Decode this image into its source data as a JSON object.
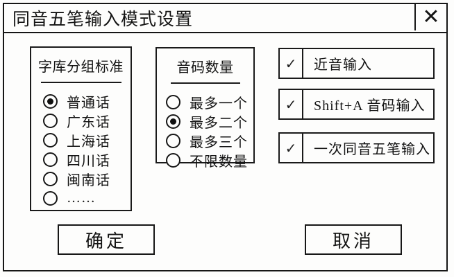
{
  "dialog": {
    "title": "同音五笔输入模式设置"
  },
  "icons": {
    "close": "✕",
    "check": "✓"
  },
  "dialect_group": {
    "heading": "字库分组标准",
    "options": [
      {
        "label": "普通话",
        "selected": true
      },
      {
        "label": "广东话",
        "selected": false
      },
      {
        "label": "上海话",
        "selected": false
      },
      {
        "label": "四川话",
        "selected": false
      },
      {
        "label": "闽南话",
        "selected": false
      },
      {
        "label": "……",
        "selected": false
      }
    ]
  },
  "count_group": {
    "heading": "音码数量",
    "options": [
      {
        "label": "最多一个",
        "selected": false
      },
      {
        "label": "最多二个",
        "selected": true
      },
      {
        "label": "最多三个",
        "selected": false
      },
      {
        "label": "不限数量",
        "selected": false
      }
    ]
  },
  "checkboxes": [
    {
      "label": "近音输入",
      "checked": true
    },
    {
      "label": "Shift+A 音码输入",
      "checked": true
    },
    {
      "label": "一次同音五笔输入",
      "checked": true
    }
  ],
  "buttons": {
    "ok": "确定",
    "cancel": "取消"
  }
}
